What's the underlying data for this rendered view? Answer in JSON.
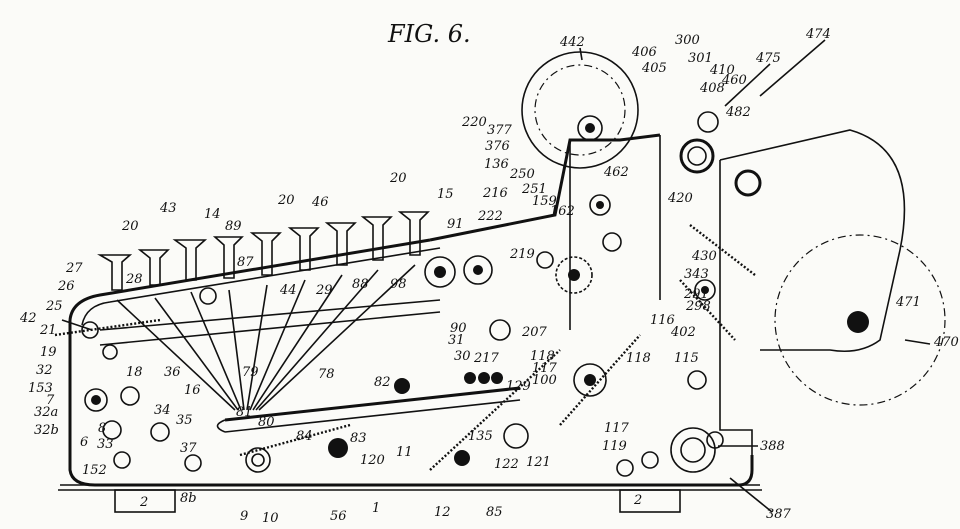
{
  "figure": {
    "title": "FIG. 6.",
    "labels": [
      {
        "id": "442",
        "text": "442"
      },
      {
        "id": "406",
        "text": "406"
      },
      {
        "id": "300",
        "text": "300"
      },
      {
        "id": "301",
        "text": "301"
      },
      {
        "id": "405",
        "text": "405"
      },
      {
        "id": "410",
        "text": "410"
      },
      {
        "id": "408",
        "text": "408"
      },
      {
        "id": "474",
        "text": "474"
      },
      {
        "id": "475",
        "text": "475"
      },
      {
        "id": "460",
        "text": "460"
      },
      {
        "id": "482",
        "text": "482"
      },
      {
        "id": "220",
        "text": "220"
      },
      {
        "id": "377",
        "text": "377"
      },
      {
        "id": "376",
        "text": "376"
      },
      {
        "id": "136",
        "text": "136"
      },
      {
        "id": "250",
        "text": "250"
      },
      {
        "id": "216",
        "text": "216"
      },
      {
        "id": "251",
        "text": "251"
      },
      {
        "id": "159",
        "text": "159"
      },
      {
        "id": "162",
        "text": "162"
      },
      {
        "id": "462",
        "text": "462"
      },
      {
        "id": "420",
        "text": "420"
      },
      {
        "id": "20a",
        "text": "20"
      },
      {
        "id": "20b",
        "text": "20"
      },
      {
        "id": "20c",
        "text": "20"
      },
      {
        "id": "15",
        "text": "15"
      },
      {
        "id": "43",
        "text": "43"
      },
      {
        "id": "14",
        "text": "14"
      },
      {
        "id": "89",
        "text": "89"
      },
      {
        "id": "46",
        "text": "46"
      },
      {
        "id": "91",
        "text": "91"
      },
      {
        "id": "222",
        "text": "222"
      },
      {
        "id": "27",
        "text": "27"
      },
      {
        "id": "28",
        "text": "28"
      },
      {
        "id": "87",
        "text": "87"
      },
      {
        "id": "26",
        "text": "26"
      },
      {
        "id": "44",
        "text": "44"
      },
      {
        "id": "29",
        "text": "29"
      },
      {
        "id": "88",
        "text": "88"
      },
      {
        "id": "98",
        "text": "98"
      },
      {
        "id": "219",
        "text": "219"
      },
      {
        "id": "430",
        "text": "430"
      },
      {
        "id": "343",
        "text": "343"
      },
      {
        "id": "291",
        "text": "291"
      },
      {
        "id": "298",
        "text": "298"
      },
      {
        "id": "116",
        "text": "116"
      },
      {
        "id": "402",
        "text": "402"
      },
      {
        "id": "471",
        "text": "471"
      },
      {
        "id": "470",
        "text": "470"
      },
      {
        "id": "25",
        "text": "25"
      },
      {
        "id": "42",
        "text": "42"
      },
      {
        "id": "21",
        "text": "21"
      },
      {
        "id": "19",
        "text": "19"
      },
      {
        "id": "32",
        "text": "32"
      },
      {
        "id": "153",
        "text": "153"
      },
      {
        "id": "7",
        "text": "7"
      },
      {
        "id": "32a",
        "text": "32a"
      },
      {
        "id": "32b",
        "text": "32b"
      },
      {
        "id": "18",
        "text": "18"
      },
      {
        "id": "36",
        "text": "36"
      },
      {
        "id": "16",
        "text": "16"
      },
      {
        "id": "79",
        "text": "79"
      },
      {
        "id": "78",
        "text": "78"
      },
      {
        "id": "90",
        "text": "90"
      },
      {
        "id": "31",
        "text": "31"
      },
      {
        "id": "30",
        "text": "30"
      },
      {
        "id": "217",
        "text": "217"
      },
      {
        "id": "207",
        "text": "207"
      },
      {
        "id": "118a",
        "text": "118"
      },
      {
        "id": "117a",
        "text": "117"
      },
      {
        "id": "100",
        "text": "100"
      },
      {
        "id": "118b",
        "text": "118"
      },
      {
        "id": "115",
        "text": "115"
      },
      {
        "id": "82",
        "text": "82"
      },
      {
        "id": "129",
        "text": "129"
      },
      {
        "id": "34",
        "text": "34"
      },
      {
        "id": "35",
        "text": "35"
      },
      {
        "id": "8",
        "text": "8"
      },
      {
        "id": "33",
        "text": "33"
      },
      {
        "id": "6",
        "text": "6"
      },
      {
        "id": "37",
        "text": "37"
      },
      {
        "id": "81",
        "text": "81"
      },
      {
        "id": "80",
        "text": "80"
      },
      {
        "id": "84",
        "text": "84"
      },
      {
        "id": "83",
        "text": "83"
      },
      {
        "id": "11",
        "text": "11"
      },
      {
        "id": "135",
        "text": "135"
      },
      {
        "id": "117b",
        "text": "117"
      },
      {
        "id": "119",
        "text": "119"
      },
      {
        "id": "388",
        "text": "388"
      },
      {
        "id": "152",
        "text": "152"
      },
      {
        "id": "120",
        "text": "120"
      },
      {
        "id": "122",
        "text": "122"
      },
      {
        "id": "121",
        "text": "121"
      },
      {
        "id": "2a",
        "text": "2"
      },
      {
        "id": "8b",
        "text": "8b"
      },
      {
        "id": "9",
        "text": "9"
      },
      {
        "id": "10",
        "text": "10"
      },
      {
        "id": "56",
        "text": "56"
      },
      {
        "id": "1",
        "text": "1"
      },
      {
        "id": "12",
        "text": "12"
      },
      {
        "id": "85",
        "text": "85"
      },
      {
        "id": "2b",
        "text": "2"
      },
      {
        "id": "387",
        "text": "387"
      }
    ]
  }
}
